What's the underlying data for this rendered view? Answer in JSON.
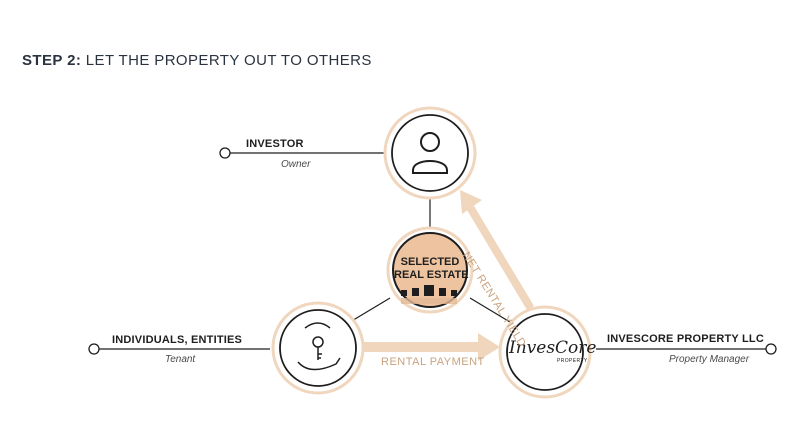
{
  "heading": {
    "step": "STEP 2:",
    "title": "LET THE PROPERTY OUT TO OTHERS"
  },
  "nodes": {
    "investor": {
      "title": "INVESTOR",
      "role": "Owner",
      "icon": "person-icon"
    },
    "tenant": {
      "title": "INDIVIDUALS, ENTITIES",
      "role": "Tenant",
      "icon": "hand-key-icon"
    },
    "manager": {
      "title": "INVESCORE PROPERTY LLC",
      "role": "Property Manager",
      "icon": "invescore-logo"
    },
    "property": {
      "line1": "SELECTED",
      "line2": "REAL ESTATE",
      "icon": "buildings-icon"
    }
  },
  "flows": {
    "rental_payment": "RENTAL PAYMENT",
    "net_rental_yield": "NET RENTAL YIELD"
  },
  "logo": {
    "main": "InvesCore",
    "sub": "PROPERTY"
  },
  "colors": {
    "accent": "#f0d6bd",
    "accent_text": "#c9a27e",
    "center_fill": "#eec4a0",
    "line": "#1e1e1e"
  }
}
